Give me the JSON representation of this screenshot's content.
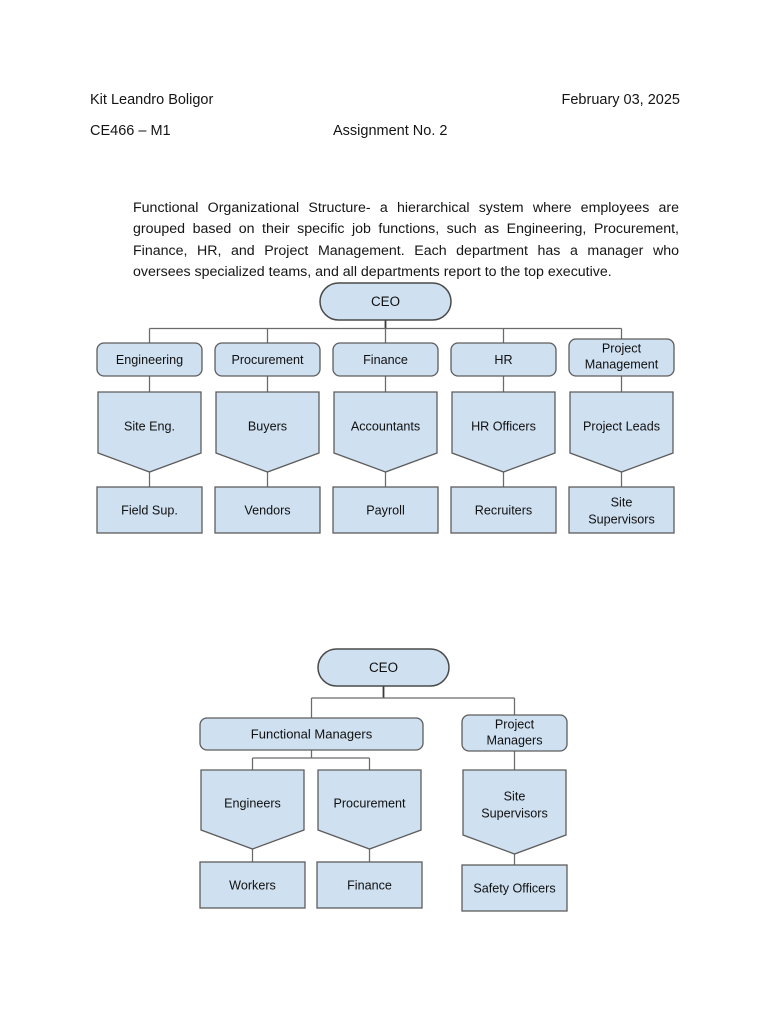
{
  "header": {
    "author": "Kit Leandro Boligor",
    "date": "February 03, 2025",
    "course": "CE466 – M1",
    "assignment": "Assignment No. 2"
  },
  "intro": {
    "paragraph": "Functional Organizational Structure- a hierarchical system where employees are grouped based on their specific job functions, such as Engineering, Procurement, Finance, HR, and Project Management. Each department has a manager who oversees specialized teams, and all departments report to the top executive."
  },
  "colors": {
    "node_fill": "#cfe0f1",
    "node_border": "#5d5d5d",
    "connector": "#6a6a6a",
    "page_background": "#ffffff",
    "text": "#101010"
  },
  "diagram_functional": {
    "root": {
      "label": "CEO",
      "shape": "pill"
    },
    "level1_shape": "rounded-rect",
    "level2_shape": "pentagon-notched",
    "level3_shape": "rect",
    "columns": [
      {
        "level1": "Engineering",
        "level2": "Site Eng.",
        "level3": "Field Sup."
      },
      {
        "level1": "Procurement",
        "level2": "Buyers",
        "level3": "Vendors"
      },
      {
        "level1": "Finance",
        "level2": "Accountants",
        "level3": "Payroll"
      },
      {
        "level1": "HR",
        "level2": "HR Officers",
        "level3": "Recruiters"
      },
      {
        "level1": "Project Management",
        "level2": "Project Leads",
        "level3": "Site Supervisors"
      }
    ]
  },
  "diagram_matrix": {
    "root": {
      "label": "CEO",
      "shape": "pill"
    },
    "branches": [
      {
        "label": "Functional Managers",
        "shape": "rounded-rect",
        "children": [
          {
            "level2": "Engineers",
            "level3": "Workers"
          },
          {
            "level2": "Procurement",
            "level3": "Finance"
          }
        ]
      },
      {
        "label": "Project Managers",
        "shape": "rounded-rect",
        "children": [
          {
            "level2": "Site Supervisors",
            "level3": "Safety Officers"
          }
        ]
      }
    ]
  }
}
